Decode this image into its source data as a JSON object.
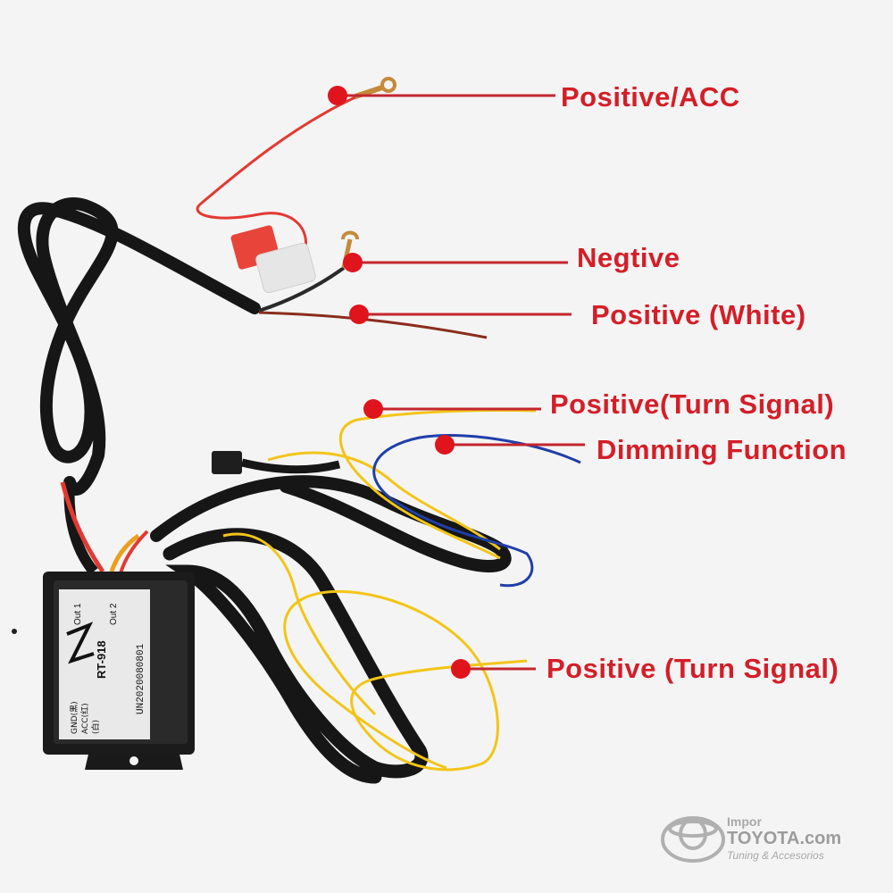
{
  "callouts": {
    "positive_acc": "Positive/ACC",
    "negative": "Negtive",
    "positive_white": "Positive (White)",
    "positive_turn_signal_1": "Positive(Turn Signal)",
    "dimming_function": "Dimming Function",
    "positive_turn_signal_2": "Positive (Turn Signal)"
  },
  "module": {
    "model": "RT-918",
    "serial": "UN2020080801",
    "out1": "Out 1",
    "out2": "Out 2",
    "pin_gnd": "GND(黑)",
    "pin_acc": "ACC(红)",
    "pin_d": "(白)"
  },
  "watermark": {
    "impor": "Impor",
    "brand": "TOYOTA.com",
    "tagline": "Tuning & Accesorios"
  },
  "colors": {
    "callout_red": "#d41e28",
    "cable_black": "#161616",
    "wire_red": "#e23a32",
    "wire_yellow": "#f2c518",
    "wire_blue": "#1f3fa8"
  }
}
